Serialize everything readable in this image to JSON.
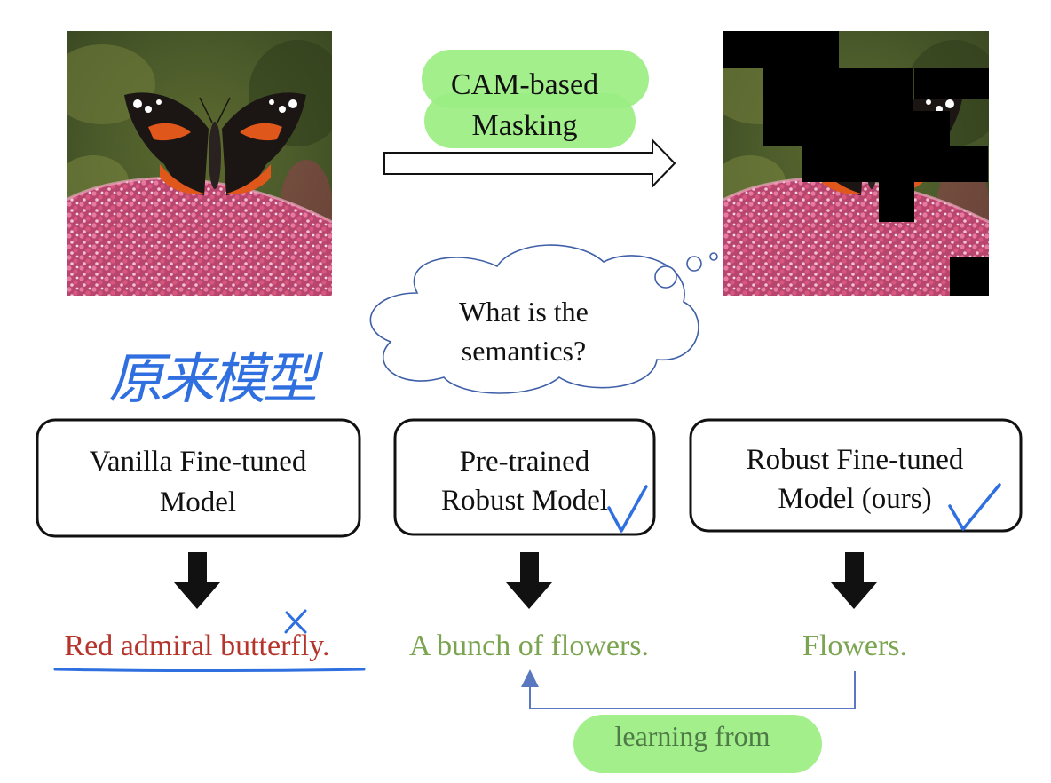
{
  "masking_label": [
    "CAM-based",
    "Masking"
  ],
  "thought_bubble": [
    "What is the",
    "semantics?"
  ],
  "handwritten_note": "原来模型",
  "models": [
    {
      "lines": [
        "Vanilla Fine-tuned",
        "Model"
      ],
      "prediction": "Red admiral butterfly.",
      "prediction_color": "#b5352c",
      "mark": "cross"
    },
    {
      "lines": [
        "Pre-trained",
        "Robust Model"
      ],
      "prediction": "A bunch of flowers.",
      "prediction_color": "#7aa450",
      "mark": "check"
    },
    {
      "lines": [
        "Robust Fine-tuned",
        "Model (ours)"
      ],
      "prediction": "Flowers.",
      "prediction_color": "#7aa450",
      "mark": "check"
    }
  ],
  "learning_label": "learning from",
  "colors": {
    "green_pill": "#9aee82",
    "green_text": "#7aa450",
    "red_text": "#b5352c",
    "blue_ink": "#2f6fe0",
    "connector": "#5a78c0",
    "cloud_stroke": "#3f5fa8"
  }
}
